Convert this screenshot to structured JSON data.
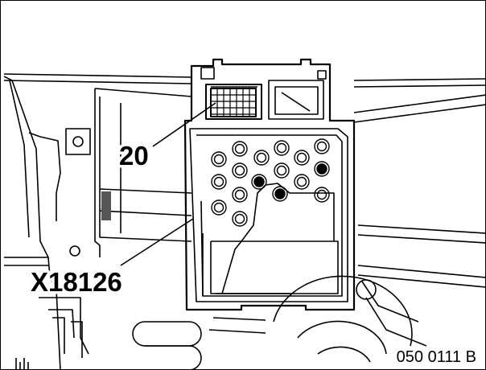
{
  "diagram": {
    "callouts": {
      "pin_label": "20",
      "connector_label": "X18126"
    },
    "figure_number": "050 0111 B"
  },
  "colors": {
    "line": "#000000",
    "background": "#ffffff",
    "fill": "#222222"
  }
}
